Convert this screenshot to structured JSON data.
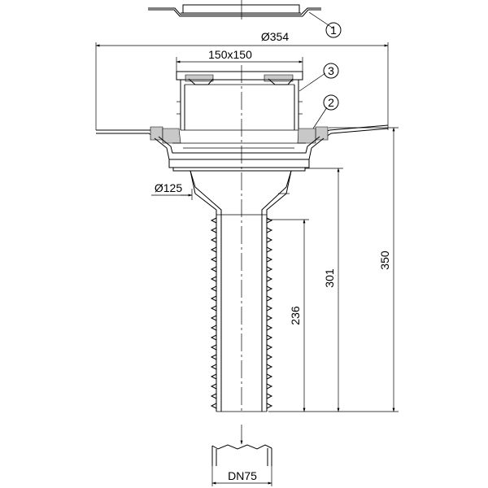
{
  "dimensions": {
    "outer_diameter": "Ø354",
    "grate_size": "150x150",
    "outlet_diameter": "Ø125",
    "height_total": "350",
    "height_outlet": "301",
    "height_pipe": "236",
    "nominal_size": "DN75"
  },
  "callouts": [
    "1",
    "2",
    "3"
  ]
}
